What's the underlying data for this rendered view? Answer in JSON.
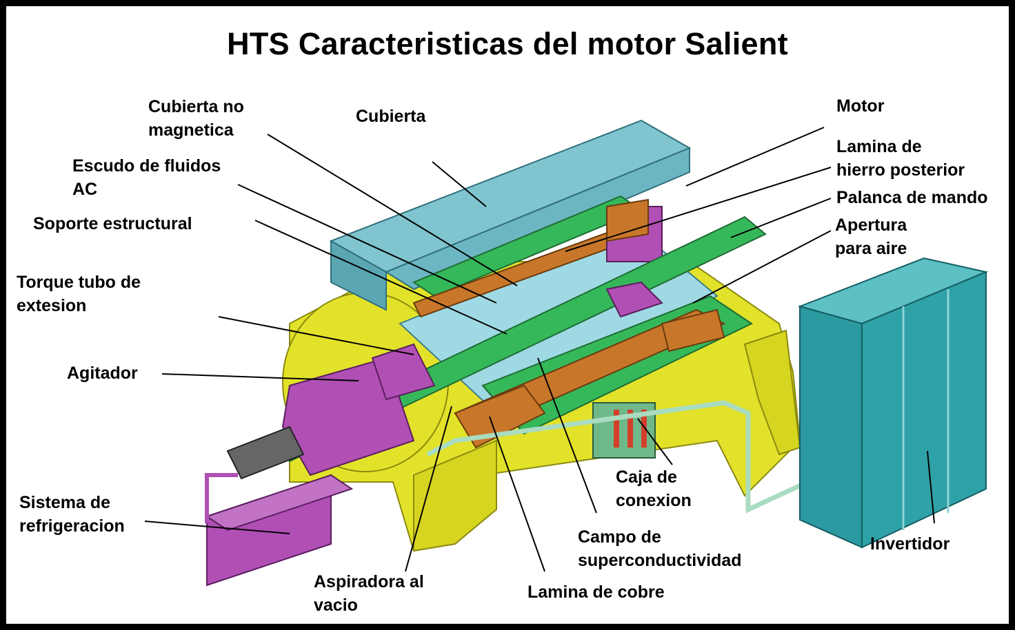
{
  "title": "HTS Caracteristicas del motor Salient",
  "labels": {
    "cubierta_no_magnetica": [
      "Cubierta no",
      "magnetica"
    ],
    "cubierta": [
      "Cubierta"
    ],
    "escudo_fluidos": [
      "Escudo de fluidos",
      "AC"
    ],
    "soporte_estructural": [
      "Soporte estructural"
    ],
    "torque_tubo": [
      "Torque tubo de",
      "extesion"
    ],
    "agitador": [
      "Agitador"
    ],
    "sistema_refrigeracion": [
      "Sistema de",
      "refrigeracion"
    ],
    "aspiradora": [
      "Aspiradora al",
      "vacio"
    ],
    "lamina_cobre": [
      "Lamina de cobre"
    ],
    "campo": [
      "Campo de",
      "superconductividad"
    ],
    "caja": [
      "Caja de",
      "conexion"
    ],
    "invertidor": [
      "Invertidor"
    ],
    "motor": [
      "Motor"
    ],
    "lamina_hierro": [
      "Lamina de",
      "hierro posterior"
    ],
    "palanca": [
      "Palanca de mando"
    ],
    "apertura": [
      "Apertura",
      "para aire"
    ]
  },
  "colors": {
    "cover": "#7fc4cf",
    "cover_dark": "#5aa7b3",
    "yellow": "#e3e22a",
    "purple": "#b04fb4",
    "green": "#35b85a",
    "orange": "#c8772a",
    "inverter": "#2fa2a7",
    "pipe": "#a9dcc0"
  }
}
